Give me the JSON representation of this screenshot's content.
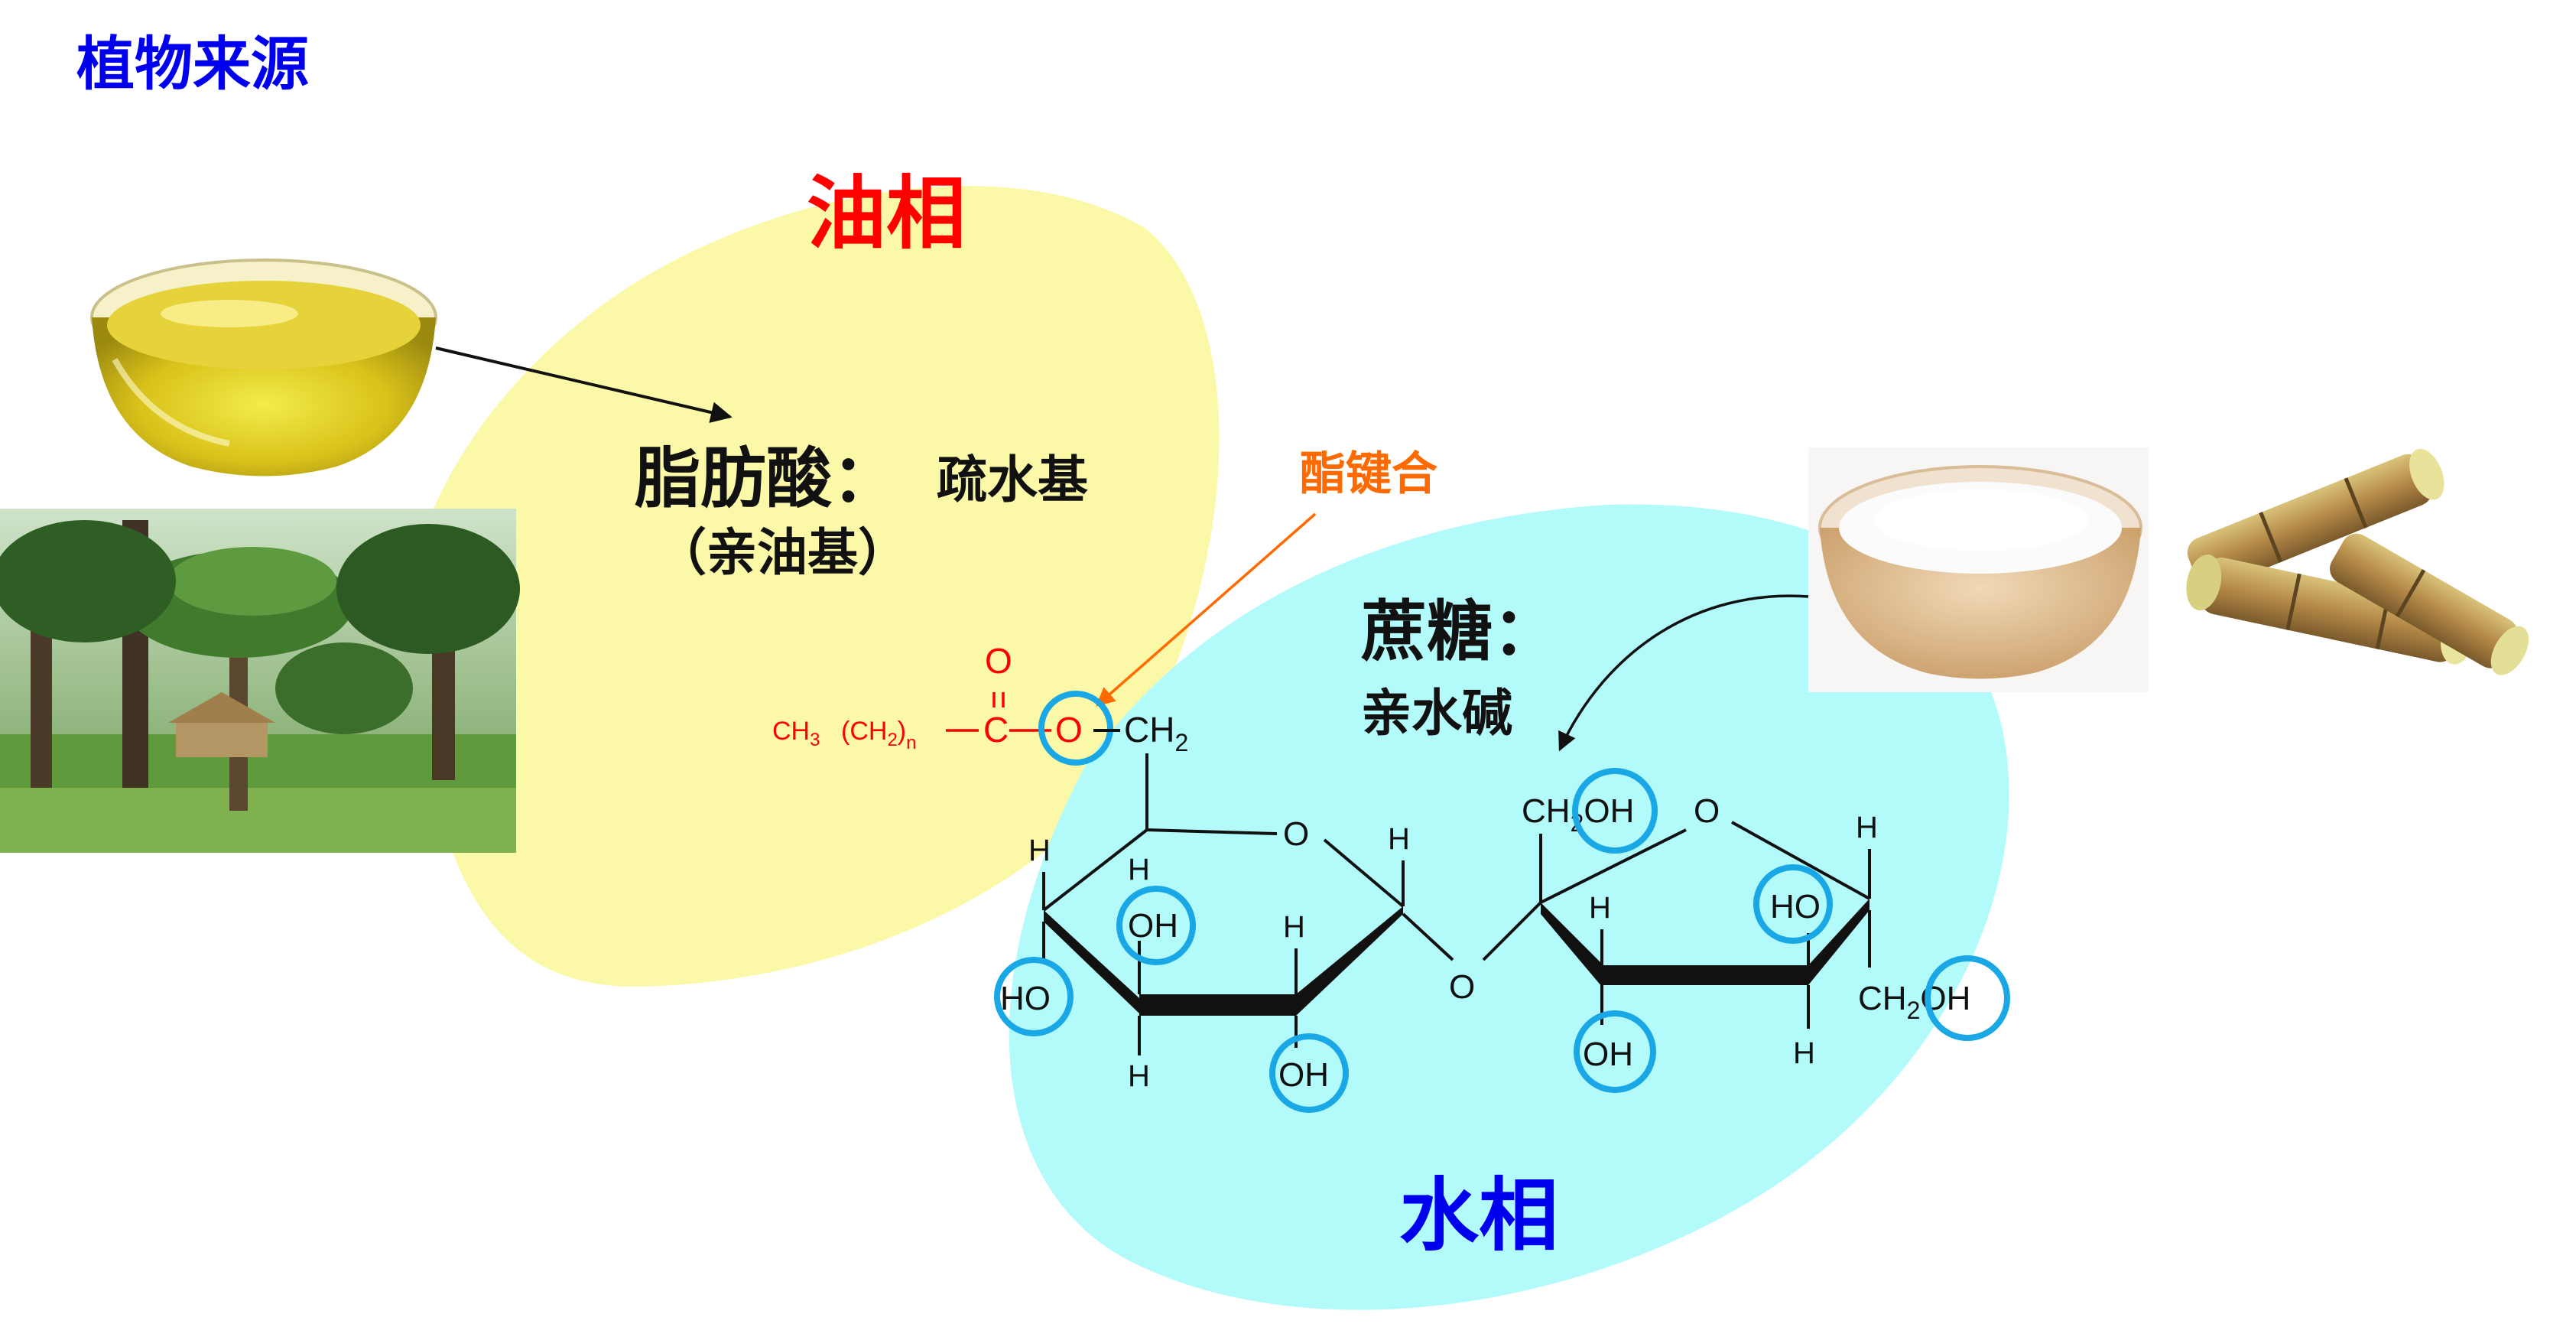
{
  "title": "植物来源",
  "oil_phase": {
    "label": "油相"
  },
  "water_phase": {
    "label": "水相"
  },
  "fatty_acid": {
    "name": "脂肪酸：",
    "property": "疏水基",
    "alias": "（亲油基）"
  },
  "sucrose": {
    "name": "蔗糖：",
    "property": "亲水碱"
  },
  "ester_bond": {
    "label": "酯键合"
  },
  "molecule": {
    "acyl": {
      "ch3": "CH",
      "ch3_sub": "3",
      "ch2": "(CH",
      "ch2_sub": "2",
      "ch2_close": ")",
      "n_sub": "n",
      "carbonyl_c": "C",
      "carbonyl_o": "O",
      "ester_o": "O"
    },
    "linker_ch2": "CH",
    "linker_ch2_sub": "2",
    "ring_o_left": "O",
    "ring_o_right": "O",
    "glycosidic_o": "O",
    "hydroxyls": {
      "ho_left": "HO",
      "oh_upper": "OH",
      "oh_lower": "OH",
      "ch2oh_top_ch": "CH",
      "ch2oh_top_sub": "2",
      "ch2oh_top_oh": "OH",
      "oh_fructose_lower": "OH",
      "ho_fructose": "HO",
      "ch2oh_right_ch": "CH",
      "ch2oh_right_sub": "2",
      "ch2oh_right_oh": "OH"
    },
    "hydrogens": [
      "H",
      "H",
      "H",
      "H",
      "H",
      "H",
      "H",
      "H"
    ]
  },
  "colors": {
    "oil_blob": "#fbf8a8",
    "water_blob": "#b3fbfb",
    "highlight_ring": "#1aa7e6",
    "ester_arrow": "#ff6a00"
  },
  "images": {
    "oil_bowl": "oil-bowl-image",
    "palm_trees": "palm-tree-photo",
    "sugar_bowl": "sugar-bowl-image",
    "sugarcane": "sugarcane-image"
  }
}
